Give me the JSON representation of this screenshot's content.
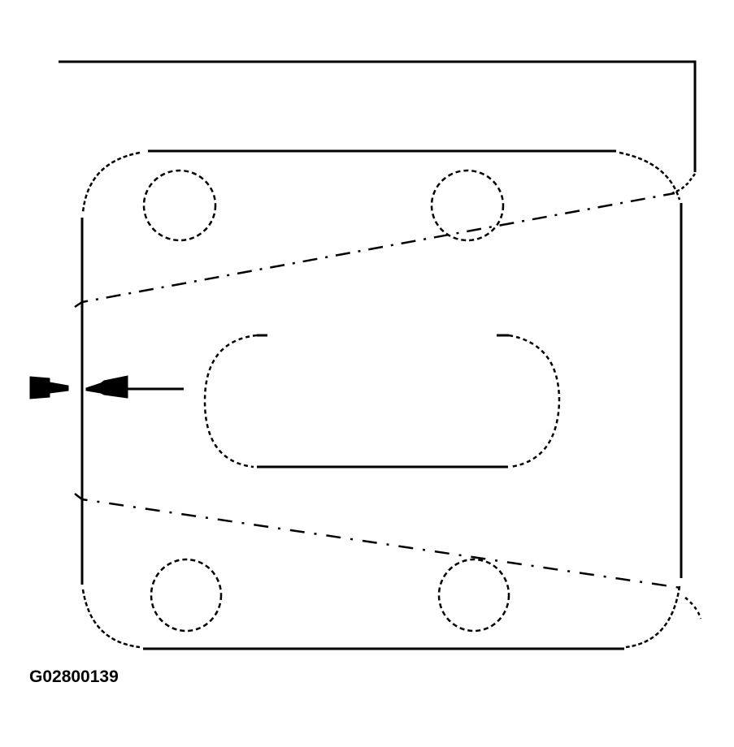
{
  "diagram": {
    "subject": "exhaust manifold gasket",
    "figure_id": "G02800139",
    "colors": {
      "line": "#000000",
      "background": "#ffffff"
    },
    "components": {
      "gasket_outline": "rounded-rectangle-plate",
      "bolt_holes": [
        "top-left",
        "top-right",
        "bottom-left",
        "bottom-right"
      ],
      "port_opening": "oblong-center-port",
      "section_lines": [
        "upper-break-line",
        "lower-break-line"
      ],
      "leader_line": "top-right-callout-leader",
      "direction_arrow": "arrow-pointing-to-left-edge"
    }
  }
}
